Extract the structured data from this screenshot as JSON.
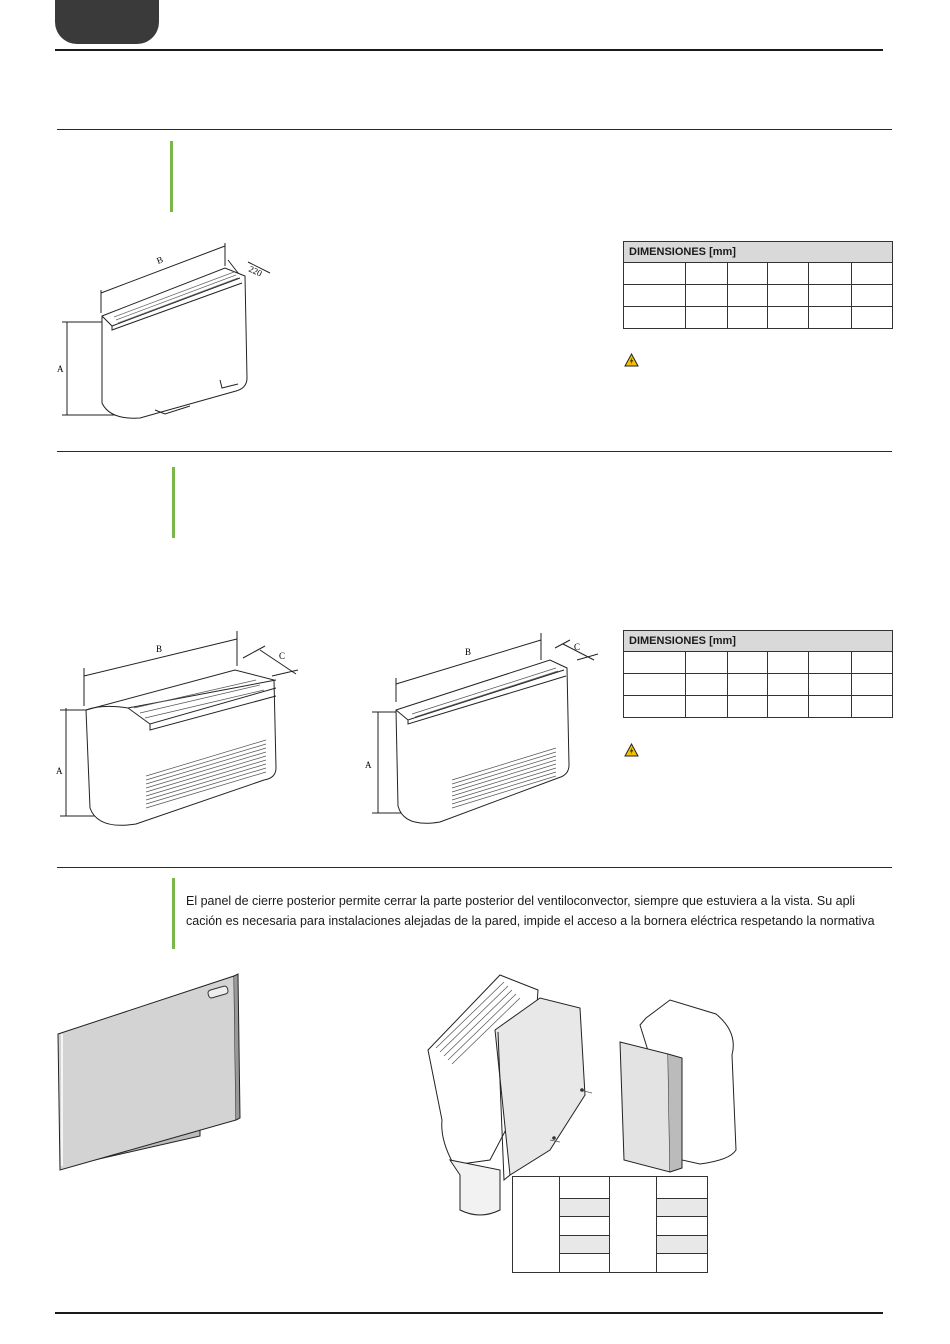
{
  "table1": {
    "header": "DIMENSIONES [mm]",
    "rows": 3,
    "cols": 6
  },
  "table2": {
    "header": "DIMENSIONES [mm]",
    "rows": 3,
    "cols": 6
  },
  "figure1": {
    "label_a": "A",
    "label_b": "B",
    "label_depth": "220"
  },
  "figure2": {
    "label_a": "A",
    "label_b": "B",
    "label_c": "C"
  },
  "figure3": {
    "label_a": "A",
    "label_b": "B",
    "label_c": "C"
  },
  "section3": {
    "line1": "El panel de cierre posterior permite cerrar la parte posterior del ventiloconvector, siempre que estuviera a la vista. Su apli",
    "line2": "cación es necesaria para instalaciones alejadas de la pared, impide el acceso a la bornera eléctrica respetando la normativa"
  },
  "icons": [
    "warning-icon",
    "warning-icon"
  ],
  "colors": {
    "accent_green": "#7ab648",
    "tab_dark": "#3a3a3a",
    "table_header": "#d9d9d9"
  }
}
